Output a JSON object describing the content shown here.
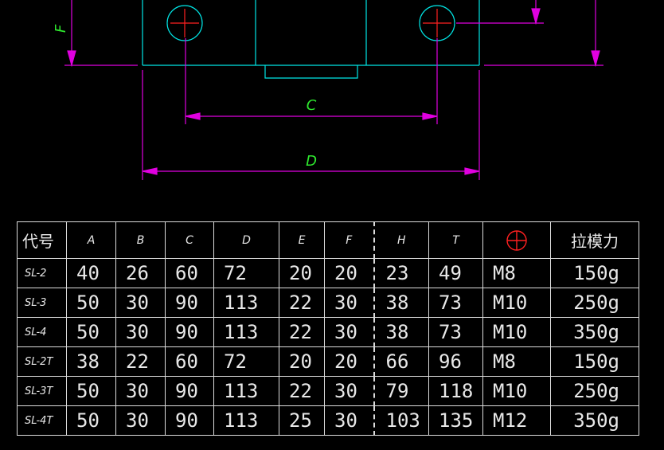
{
  "drawing": {
    "dimensions": [
      "F",
      "C",
      "D"
    ]
  },
  "table": {
    "headers": [
      "代号",
      "A",
      "B",
      "C",
      "D",
      "E",
      "F",
      "H",
      "T",
      "thread-symbol",
      "拉模力"
    ],
    "rows": [
      [
        "SL-2",
        "40",
        "26",
        "60",
        "72",
        "20",
        "20",
        "23",
        "49",
        "M8",
        "150g"
      ],
      [
        "SL-3",
        "50",
        "30",
        "90",
        "113",
        "22",
        "30",
        "38",
        "73",
        "M10",
        "250g"
      ],
      [
        "SL-4",
        "50",
        "30",
        "90",
        "113",
        "22",
        "30",
        "38",
        "73",
        "M10",
        "350g"
      ],
      [
        "SL-2T",
        "38",
        "22",
        "60",
        "72",
        "20",
        "20",
        "66",
        "96",
        "M8",
        "150g"
      ],
      [
        "SL-3T",
        "50",
        "30",
        "90",
        "113",
        "22",
        "30",
        "79",
        "118",
        "M10",
        "250g"
      ],
      [
        "SL-4T",
        "50",
        "30",
        "90",
        "113",
        "25",
        "30",
        "103",
        "135",
        "M12",
        "350g"
      ]
    ]
  },
  "colors": {
    "background": "#000000",
    "outline": "#00e5e5",
    "dimension": "#e000e0",
    "dimension_text": "#2ee82e",
    "crosshair": "#ff2020",
    "table_line": "#dcdcdc"
  }
}
